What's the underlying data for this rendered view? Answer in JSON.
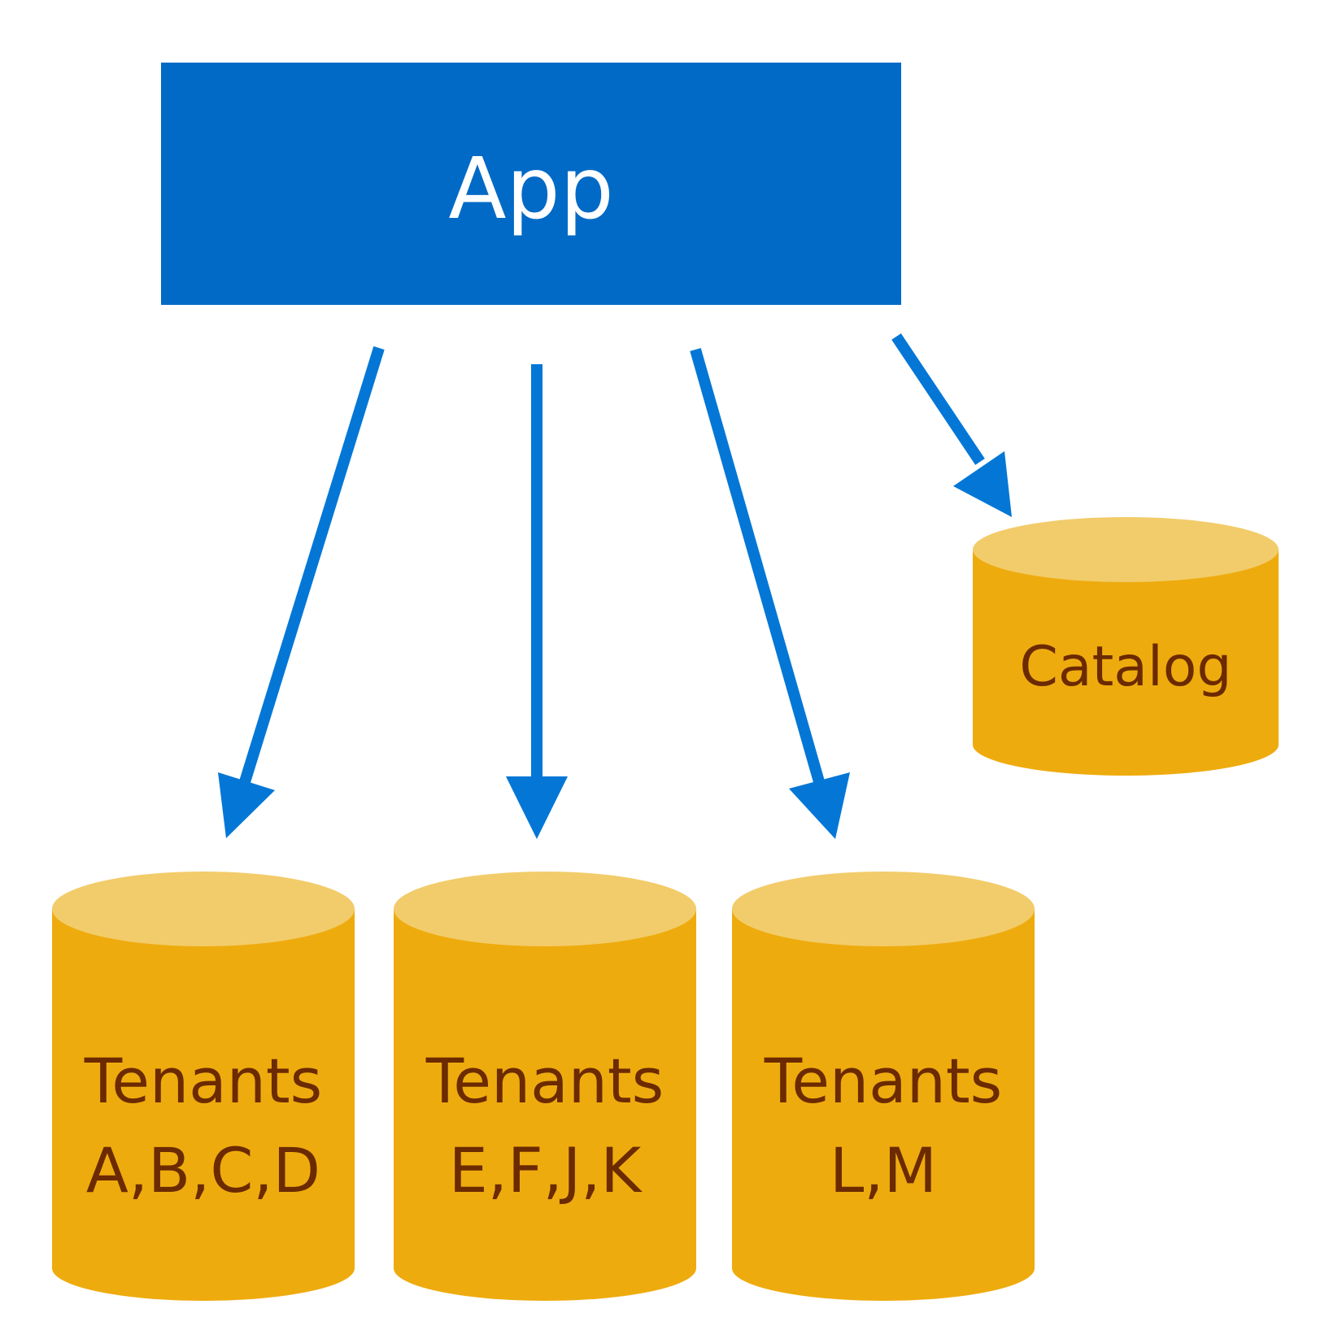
{
  "app": {
    "label": "App"
  },
  "catalog": {
    "label": "Catalog"
  },
  "tenant_dbs": [
    {
      "line1": "Tenants",
      "line2": "A,B,C,D"
    },
    {
      "line1": "Tenants",
      "line2": "E,F,J,K"
    },
    {
      "line1": "Tenants",
      "line2": "L,M"
    }
  ],
  "colors": {
    "app_fill": "#006ac6",
    "app_text": "#ffffff",
    "arrow": "#0477d6",
    "db_body": "#eeab0e",
    "db_top": "#f2cc6a",
    "db_text": "#6b2a00"
  }
}
